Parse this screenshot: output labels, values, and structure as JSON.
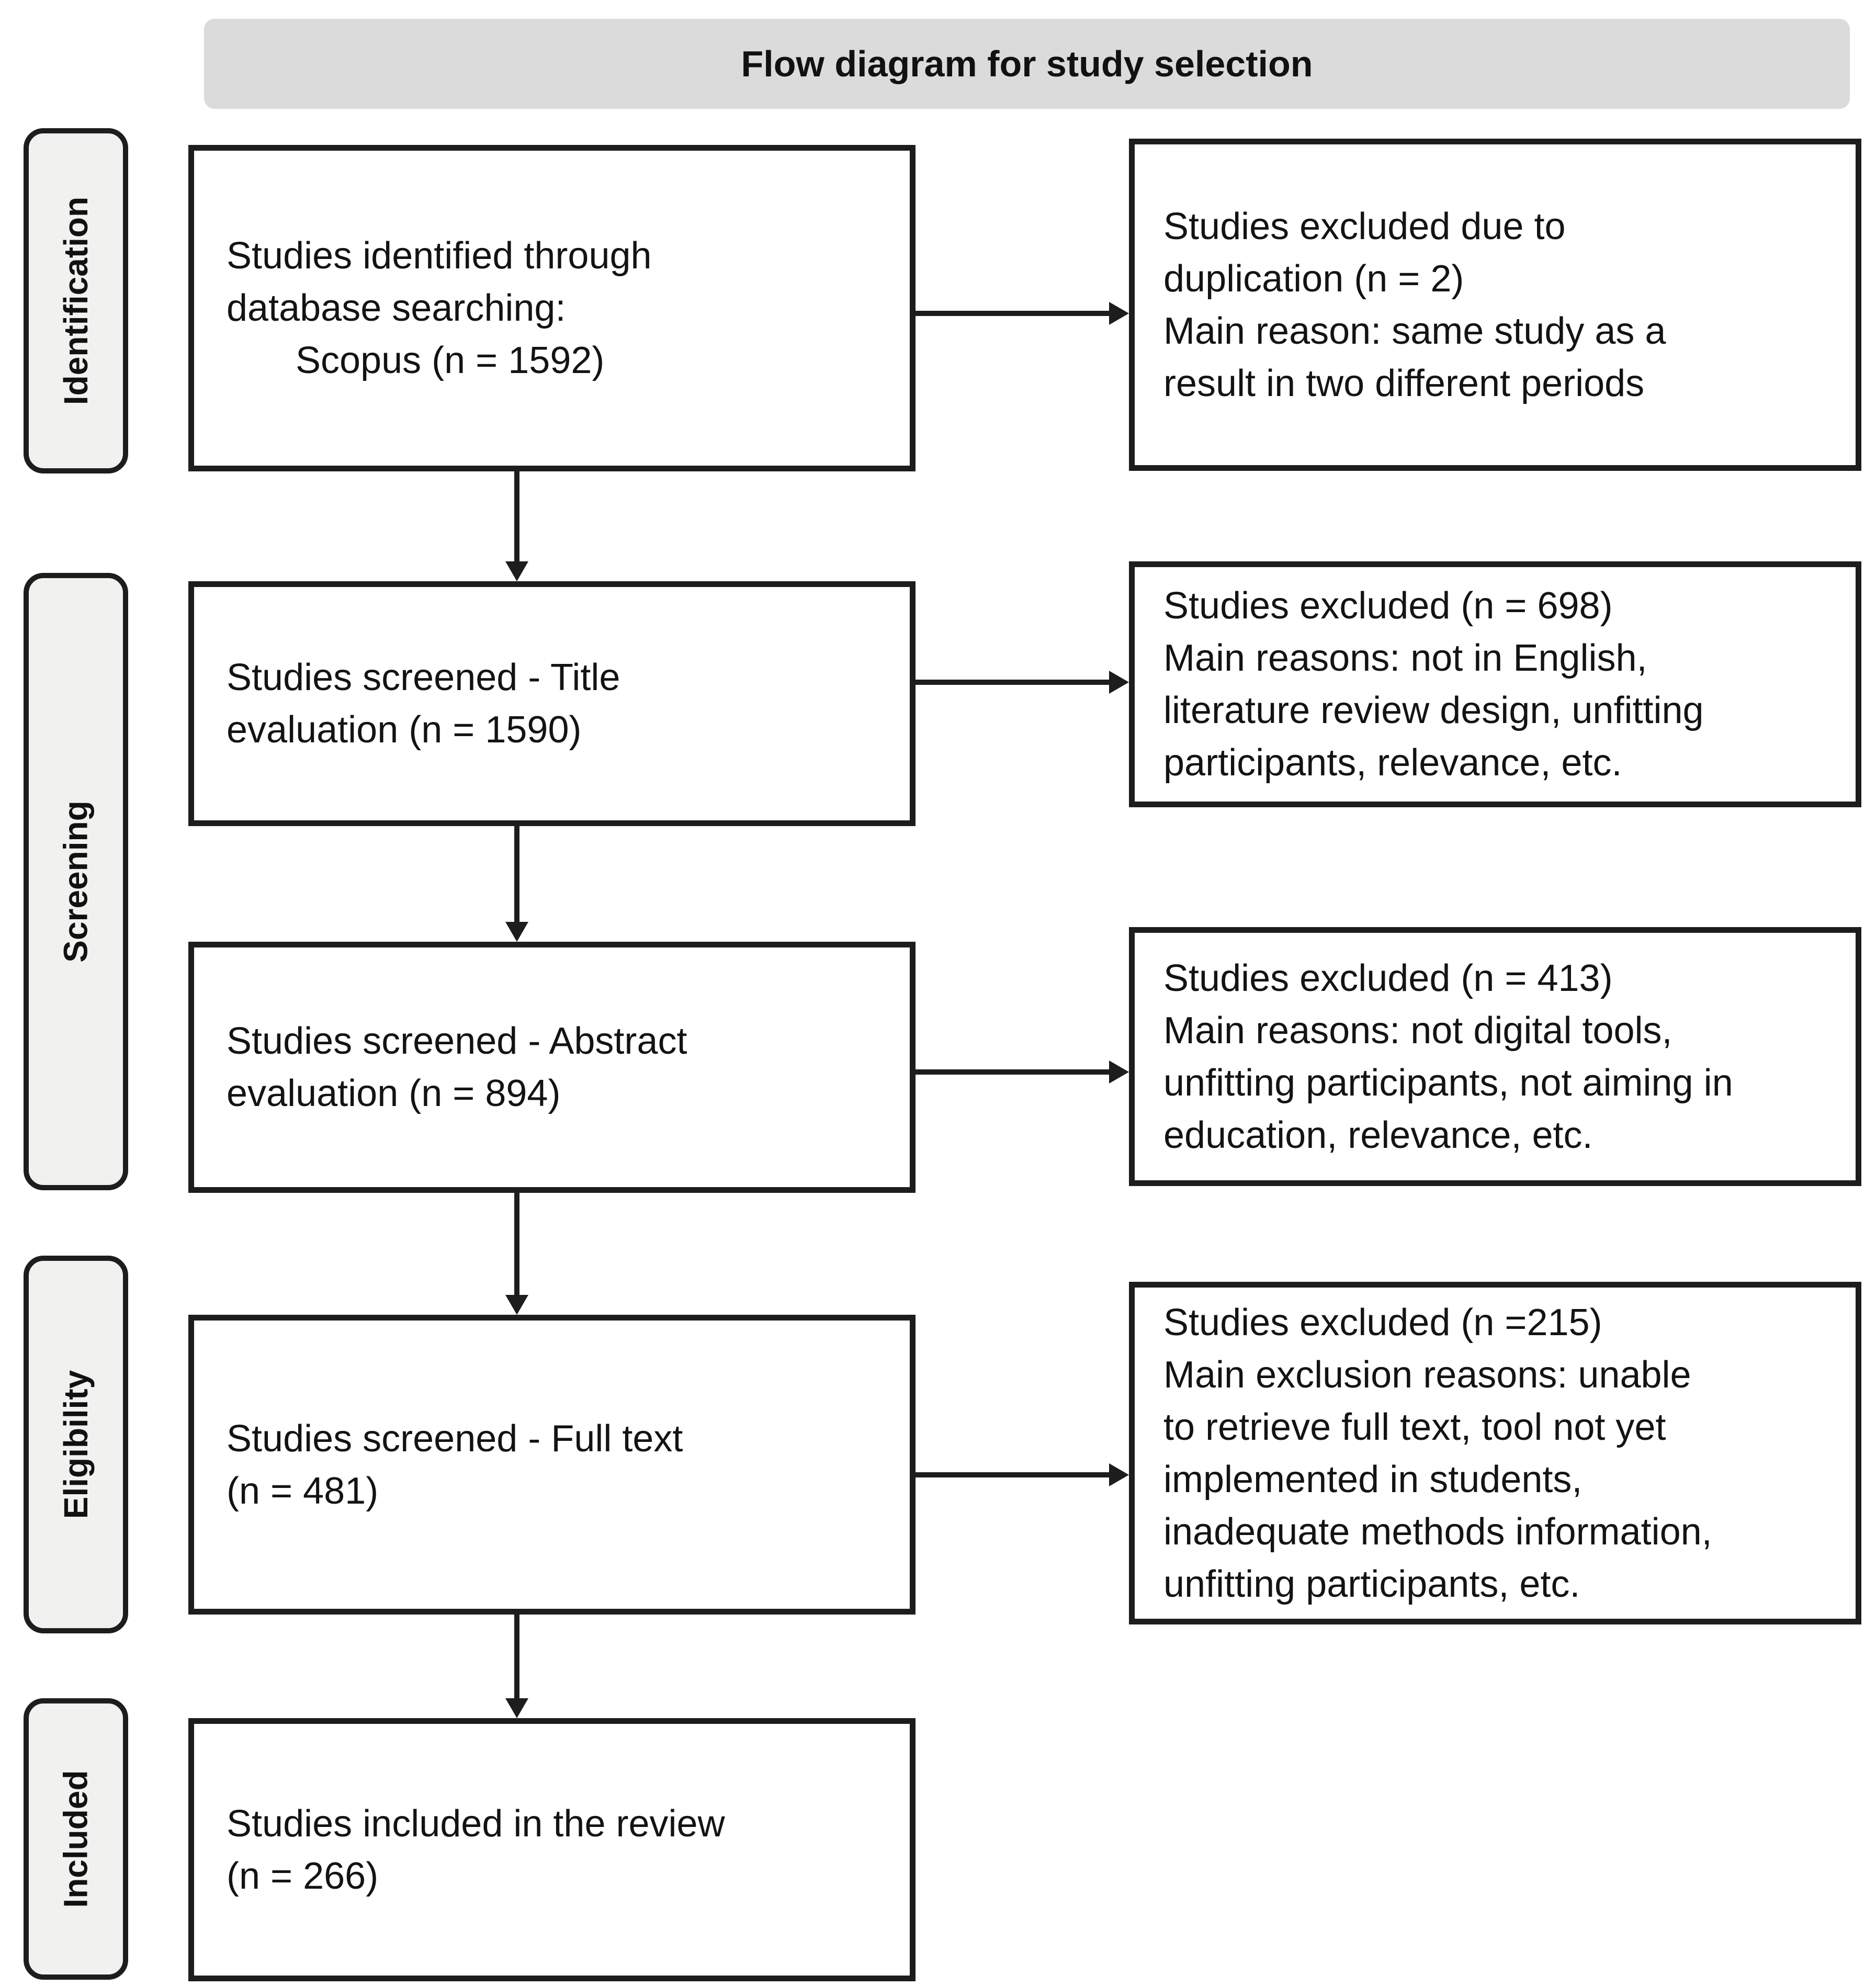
{
  "title": "Flow diagram for study selection",
  "stages": [
    {
      "label": "Identification"
    },
    {
      "label": "Screening"
    },
    {
      "label": "Eligibility"
    },
    {
      "label": "Included"
    }
  ],
  "flow_boxes": [
    {
      "n": 1592,
      "lines": [
        "Studies identified through",
        "database searching:",
        "Scopus (n = 1592)"
      ]
    },
    {
      "n": 1590,
      "lines": [
        "Studies screened - Title",
        "evaluation (n = 1590)"
      ]
    },
    {
      "n": 894,
      "lines": [
        "Studies screened - Abstract",
        "evaluation (n = 894)"
      ]
    },
    {
      "n": 481,
      "lines": [
        "Studies screened - Full text",
        "(n = 481)"
      ]
    },
    {
      "n": 266,
      "lines": [
        "Studies included in the review",
        "(n = 266)"
      ]
    }
  ],
  "exclusion_boxes": [
    {
      "n": 2,
      "lines": [
        "Studies excluded due to",
        "duplication (n = 2)",
        "Main reason: same study as a",
        "result in two different periods"
      ]
    },
    {
      "n": 698,
      "lines": [
        "Studies excluded (n = 698)",
        "Main reasons: not in English,",
        "literature review design, unfitting",
        "participants, relevance, etc."
      ]
    },
    {
      "n": 413,
      "lines": [
        "Studies excluded (n = 413)",
        "Main reasons: not digital tools,",
        "unfitting participants, not aiming in",
        "education, relevance, etc."
      ]
    },
    {
      "n": 215,
      "lines": [
        "Studies excluded (n =215)",
        "Main exclusion reasons: unable",
        "to retrieve full text, tool not yet",
        "implemented in students,",
        "inadequate methods information,",
        "unfitting participants, etc."
      ]
    }
  ],
  "colors": {
    "title_bar_fill": "#dbdbdb",
    "stage_label_fill": "#f1f1f0",
    "box_fill": "#ffffff",
    "border": "#1d1d1d",
    "text": "#131313"
  }
}
